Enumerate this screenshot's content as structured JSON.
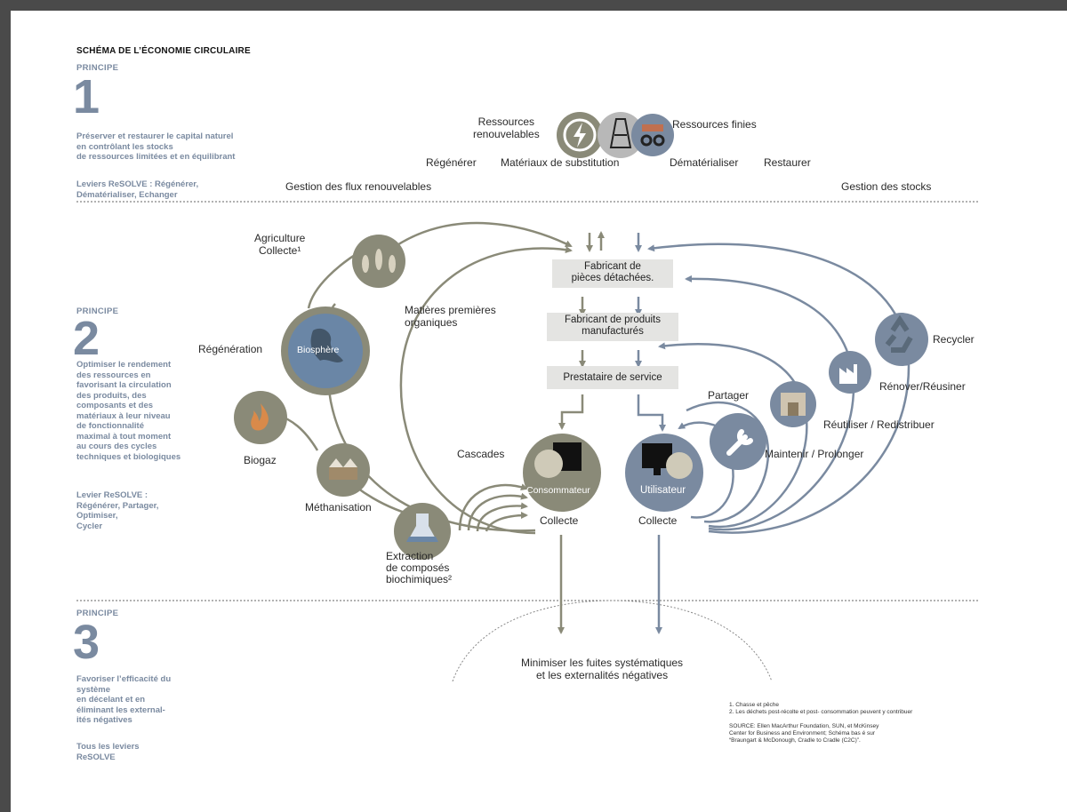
{
  "title": "SCHÉMA DE L’ÉCONOMIE CIRCULAIRE",
  "principles": [
    {
      "label": "PRINCIPE",
      "number": "1",
      "desc": [
        "Préserver et restaurer le capital naturel",
        "en contrôlant les stocks",
        "de ressources limitées et en équilibrant"
      ],
      "levers": [
        "Leviers ReSOLVE : Régénérer,",
        "Dématérialiser, Echanger"
      ]
    },
    {
      "label": "PRINCIPE",
      "number": "2",
      "desc": [
        "Optimiser le rendement",
        "des ressources en",
        "favorisant la circulation",
        "des produits, des",
        "composants et des",
        "matériaux à leur niveau",
        "de fonctionnalité",
        "maximal à tout moment",
        "au cours des cycles",
        "techniques et biologiques"
      ],
      "levers": [
        "Levier ReSOLVE :",
        "Régénérer, Partager,",
        "Optimiser,",
        "Cycler"
      ]
    },
    {
      "label": "PRINCIPE",
      "number": "3",
      "desc": [
        "Favoriser l’efficacité du",
        "système",
        "en décelant et en",
        "éliminant les external-",
        "ités négatives"
      ],
      "levers": [
        "Tous les leviers",
        "ReSOLVE"
      ]
    }
  ],
  "top": {
    "renewables": [
      "Ressources",
      "renouvelables"
    ],
    "finite": "Ressources finies",
    "regenerate": "Régénérer",
    "substitution": "Matériaux de substitution",
    "dematerialize": "Dématérialiser",
    "restore": "Restaurer",
    "flow_mgmt": "Gestion des flux renouvelables",
    "stock_mgmt": "Gestion des stocks"
  },
  "bio": {
    "agriculture": [
      "Agriculture",
      "Collecte¹"
    ],
    "biosphere": "Biosphère",
    "regeneration": "Régénération",
    "biogaz": "Biogaz",
    "methanisation": "Méthanisation",
    "raw_organic": [
      "Matières premières",
      "organiques"
    ],
    "cascades": "Cascades",
    "extraction": [
      "Extraction",
      "de composés",
      "biochimiques²"
    ]
  },
  "center": {
    "parts": [
      "Fabricant de",
      "pièces détachées."
    ],
    "products": [
      "Fabricant de produits",
      "manufacturés"
    ],
    "service": "Prestataire de service",
    "consumer": "Consommateur",
    "user": "Utilisateur",
    "collect_left": "Collecte",
    "collect_right": "Collecte"
  },
  "tech": {
    "share": "Partager",
    "maintain": "Maintenir / Prolonger",
    "reuse": "Réutiliser / Redistribuer",
    "renovate": "Rénover/Réusiner",
    "recycle": "Recycler"
  },
  "leaks": [
    "Minimiser les fuites systématiques",
    "et les externalités négatives"
  ],
  "footnotes": [
    "1. Chasse et pêche",
    "2. Les déchets post-récolte et post- consommation peuvent y contribuer"
  ],
  "source": [
    "SOURCE: Ellen MacArthur Foundation, SUN, et McKinsey",
    "Center for Business and Environment; Schéma bas é sur",
    "“Braungart & McDonough, Cradle to Cradle (C2C)”."
  ],
  "colors": {
    "bio": "#8a8a78",
    "tech": "#7a8aa0",
    "dark": "#6a6a60",
    "box": "#e4e4e2",
    "principle": "#7a8aa0"
  }
}
